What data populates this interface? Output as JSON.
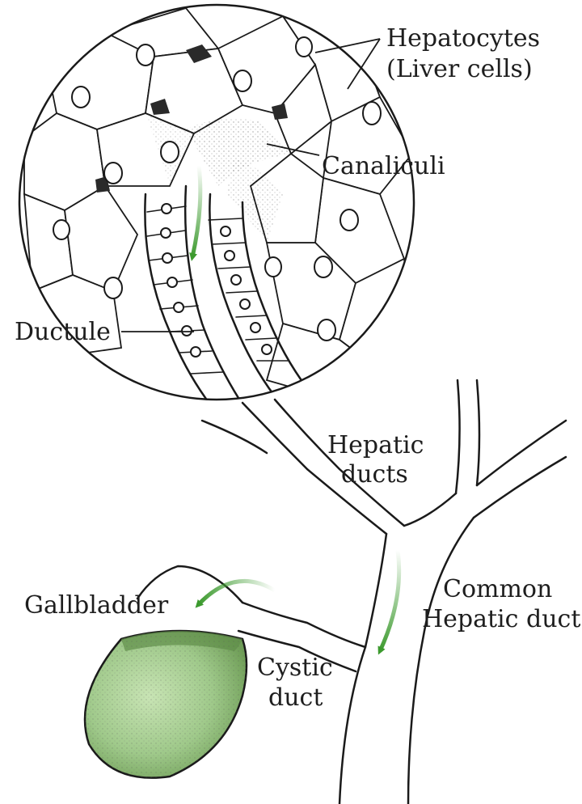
{
  "labels": {
    "hepatocytes_line1": "Hepatocytes",
    "hepatocytes_line2": "(Liver cells)",
    "canaliculi": "Canaliculi",
    "ductule": "Ductule",
    "hepatic_ducts_line1": "Hepatic",
    "hepatic_ducts_line2": "ducts",
    "common_hepatic_line1": "Common",
    "common_hepatic_line2": "Hepatic duct",
    "gallbladder": "Gallbladder",
    "cystic_line1": "Cystic",
    "cystic_line2": "duct"
  },
  "colors": {
    "flow_arrow": "#3c9a2e",
    "gallbladder_fill": "#9fc98a",
    "gallbladder_dark": "#5f8f48",
    "ink": "#1a1a1a"
  }
}
